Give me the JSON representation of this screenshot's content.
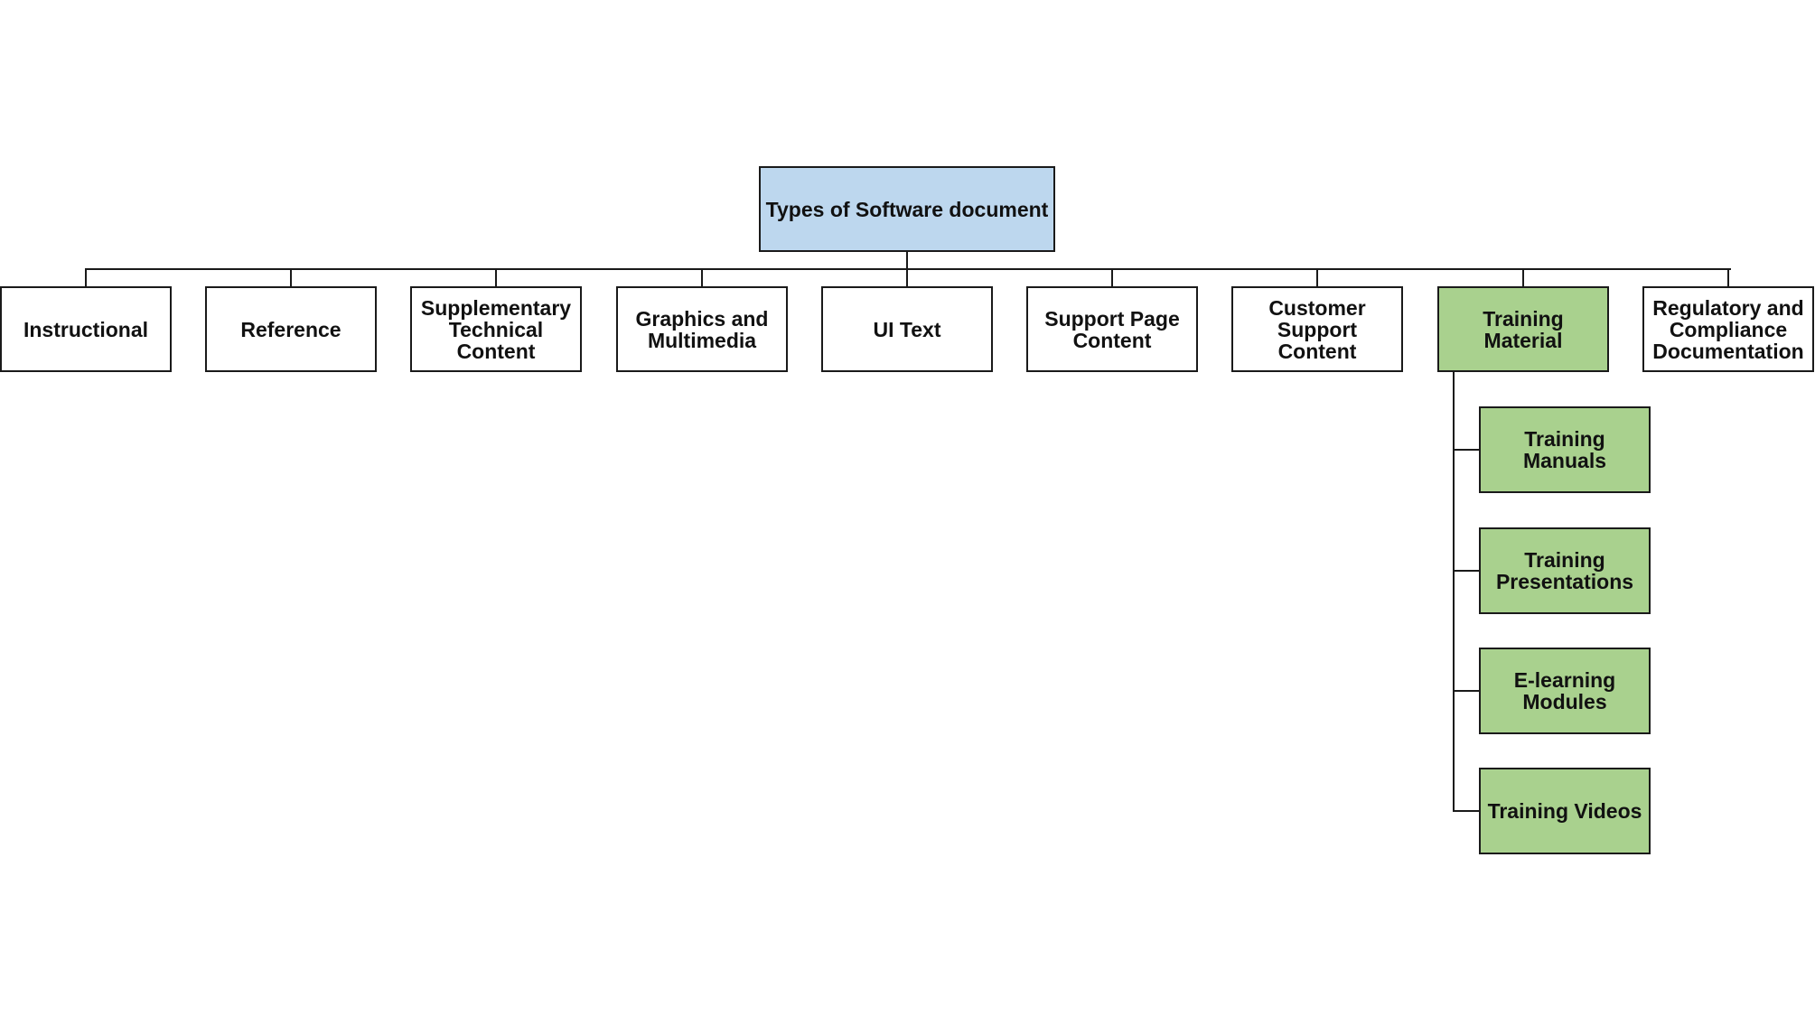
{
  "colors": {
    "root_fill": "#bdd7ee",
    "plain_fill": "#ffffff",
    "highlight_fill": "#a9d18e",
    "line": "#1a1a1a"
  },
  "diagram": {
    "root": {
      "label": "Types of Software document"
    },
    "categories": [
      {
        "label": "Instructional",
        "highlight": false
      },
      {
        "label": "Reference",
        "highlight": false
      },
      {
        "label": "Supplementary Technical Content",
        "highlight": false
      },
      {
        "label": "Graphics and Multimedia",
        "highlight": false
      },
      {
        "label": "UI Text",
        "highlight": false
      },
      {
        "label": "Support Page Content",
        "highlight": false
      },
      {
        "label": "Customer Support Content",
        "highlight": false
      },
      {
        "label": "Training Material",
        "highlight": true
      },
      {
        "label": "Regulatory and Compliance Documentation",
        "highlight": false
      }
    ],
    "training_children": [
      {
        "label": "Training Manuals"
      },
      {
        "label": "Training Presentations"
      },
      {
        "label": "E-learning Modules"
      },
      {
        "label": "Training Videos"
      }
    ]
  }
}
